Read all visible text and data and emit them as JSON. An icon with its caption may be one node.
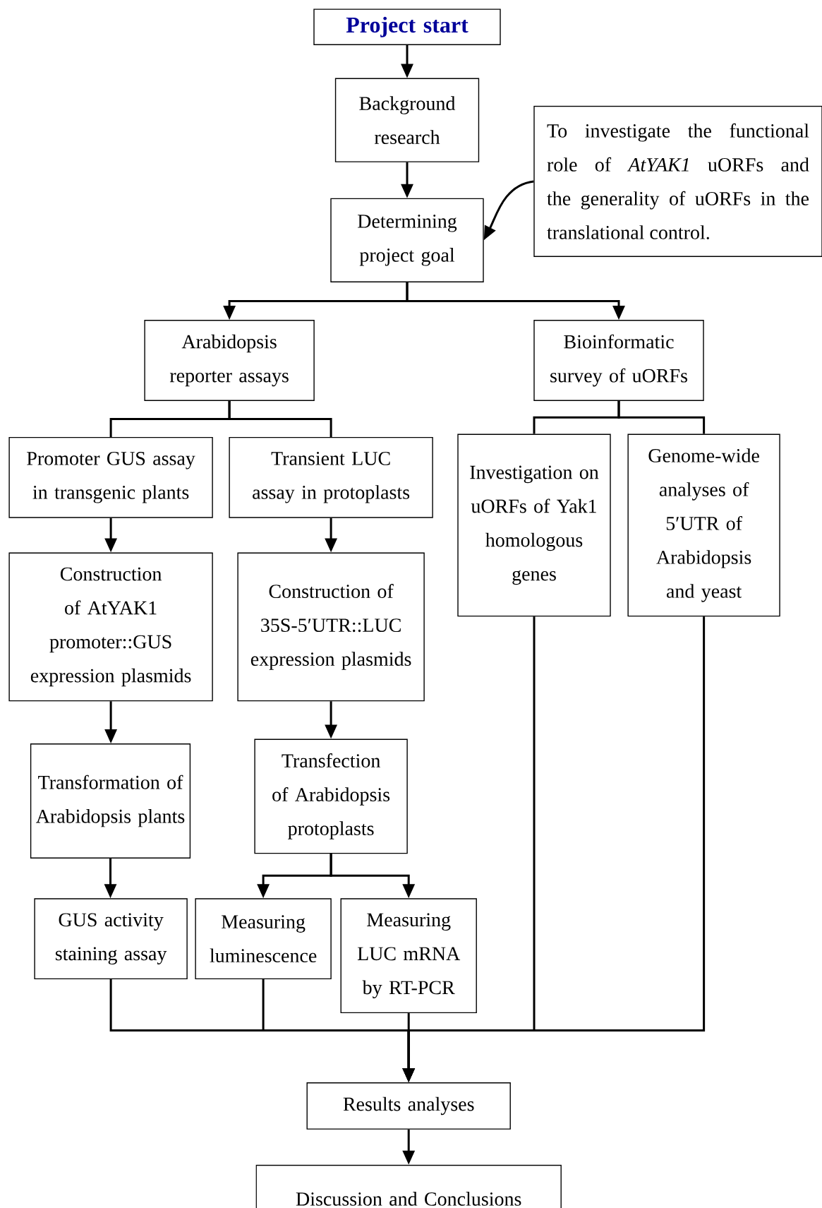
{
  "diagram": {
    "nodes": [
      {
        "text": [
          "Project start"
        ]
      },
      {
        "text": [
          "Background research"
        ]
      },
      {
        "text": [
          "To investigate the functional role of *AtYAK1* uORFs and the generality of uORFs in the translational control."
        ]
      },
      {
        "text": [
          "Determining project goal"
        ]
      },
      {
        "text": [
          "Arabidopsis reporter assays"
        ]
      },
      {
        "text": [
          "Bioinformatic survey of uORFs"
        ]
      },
      {
        "text": [
          "Promoter GUS assay in transgenic plants"
        ]
      },
      {
        "text": [
          "Transient LUC assay in protoplasts"
        ]
      },
      {
        "text": [
          "Investigation on uORFs of Yak1 homologous genes"
        ]
      },
      {
        "text": [
          "Genome-wide analyses of 5′UTR of Arabidopsis and yeast"
        ]
      },
      {
        "text": [
          "Construction of AtYAK1 promoter::GUS expression plasmids"
        ]
      },
      {
        "text": [
          "Construction of 35S-5′UTR::LUC expression plasmids"
        ]
      },
      {
        "text": [
          "Transformation of Arabidopsis plants"
        ]
      },
      {
        "text": [
          "Transfection of Arabidopsis protoplasts"
        ]
      },
      {
        "text": [
          "GUS activity staining assay"
        ]
      },
      {
        "text": [
          "Measuring luminescence"
        ]
      },
      {
        "text": [
          "Measuring LUC mRNA by RT-PCR"
        ]
      },
      {
        "text": [
          "Results analyses"
        ]
      },
      {
        "text": [
          "Discussion and Conclusions"
        ]
      }
    ],
    "edges": [
      {
        "from": 0,
        "to": 1,
        "arrow": "to"
      },
      {
        "from": 1,
        "to": 3,
        "arrow": "to"
      },
      {
        "from": 2,
        "to": 3,
        "arrow": "to"
      },
      {
        "from": 3,
        "to": 4,
        "arrow": "to"
      },
      {
        "from": 3,
        "to": 5,
        "arrow": "to"
      },
      {
        "from": 4,
        "to": 6,
        "arrow": "none"
      },
      {
        "from": 4,
        "to": 7,
        "arrow": "none"
      },
      {
        "from": 5,
        "to": 8,
        "arrow": "none"
      },
      {
        "from": 5,
        "to": 9,
        "arrow": "none"
      },
      {
        "from": 6,
        "to": 10,
        "arrow": "to"
      },
      {
        "from": 7,
        "to": 11,
        "arrow": "to"
      },
      {
        "from": 10,
        "to": 12,
        "arrow": "to"
      },
      {
        "from": 11,
        "to": 13,
        "arrow": "to"
      },
      {
        "from": 12,
        "to": 14,
        "arrow": "to"
      },
      {
        "from": 13,
        "to": 15,
        "arrow": "to"
      },
      {
        "from": 13,
        "to": 16,
        "arrow": "to"
      },
      {
        "from": 14,
        "to": 17,
        "arrow": "to"
      },
      {
        "from": 15,
        "to": 17,
        "arrow": "to"
      },
      {
        "from": 16,
        "to": 17,
        "arrow": "to"
      },
      {
        "from": 8,
        "to": 17,
        "arrow": "to"
      },
      {
        "from": 9,
        "to": 17,
        "arrow": "to"
      },
      {
        "from": 17,
        "to": 18,
        "arrow": "to"
      }
    ]
  }
}
